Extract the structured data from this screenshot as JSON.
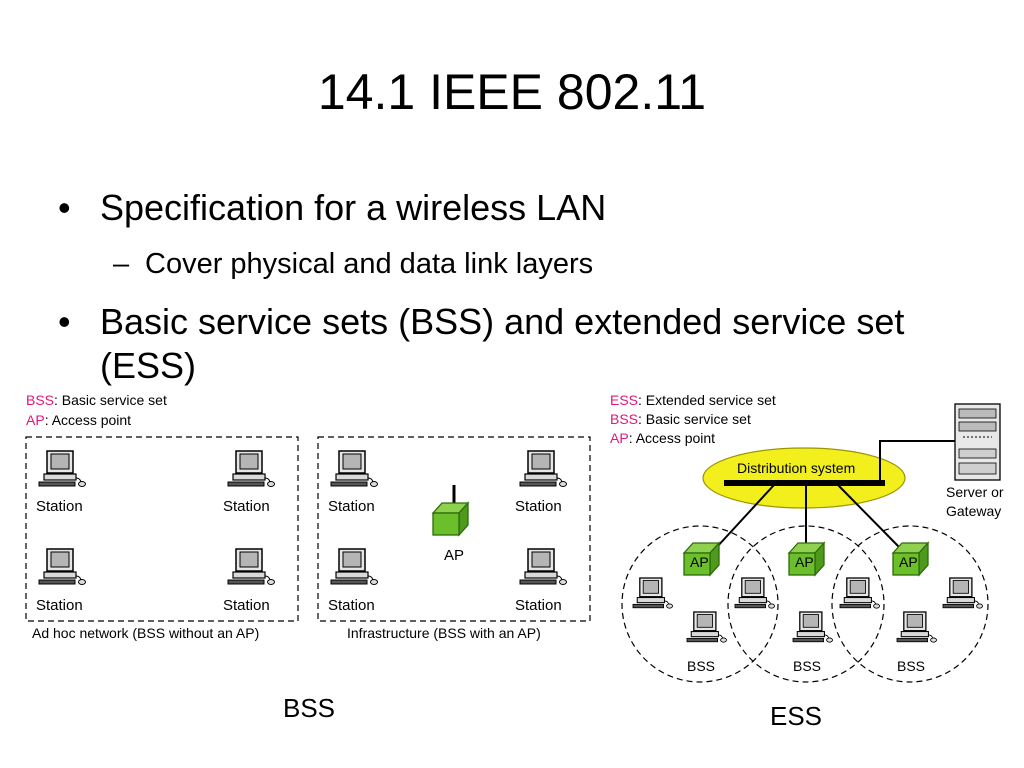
{
  "slide": {
    "title": "14.1 IEEE 802.11",
    "bullets": [
      {
        "text": "Specification for a wireless LAN",
        "sub": "Cover physical and data link layers"
      },
      {
        "text": "Basic service sets (BSS) and extended service set",
        "text_cont": "(ESS)"
      }
    ],
    "bullet_symbol": "•",
    "sub_symbol": "–"
  },
  "bss_figure": {
    "legend": [
      {
        "abbr": "BSS",
        "desc": ": Basic service set"
      },
      {
        "abbr": "AP",
        "desc": ": Access point"
      }
    ],
    "station_label": "Station",
    "ap_label": "AP",
    "adhoc_caption": "Ad hoc network  (BSS without an AP)",
    "infra_caption": "Infrastructure (BSS with an AP)",
    "figure_caption": "BSS"
  },
  "ess_figure": {
    "legend": [
      {
        "abbr": "ESS",
        "desc": ": Extended service set"
      },
      {
        "abbr": "BSS",
        "desc": ": Basic service set"
      },
      {
        "abbr": "AP",
        "desc": ": Access point"
      }
    ],
    "distribution_label": "Distribution system",
    "server_label_1": "Server or",
    "server_label_2": "Gateway",
    "ap_label": "AP",
    "bss_label": "BSS",
    "figure_caption": "ESS"
  },
  "colors": {
    "legend_accent": "#e0187a",
    "ap_green": "#6abf2a",
    "ap_green_dark": "#3d7d12",
    "distribution_yellow": "#f2ef1c"
  },
  "icons": [
    "computer-station-icon",
    "access-point-icon",
    "server-icon"
  ]
}
